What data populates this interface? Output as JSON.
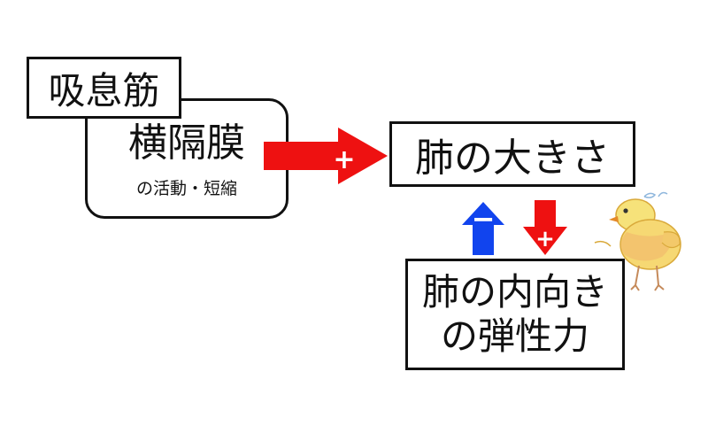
{
  "diagram": {
    "muscles_label": "吸息筋",
    "diaphragm": {
      "title": "横隔膜",
      "subtitle": "の活動・短縮"
    },
    "lung_size": "肺の大きさ",
    "elastic_force": {
      "line1": "肺の内向き",
      "line2": "の弾性力"
    },
    "arrows": [
      {
        "id": "diaphragm-to-lung",
        "sign": "+",
        "color": "#ee1111"
      },
      {
        "id": "elastic-to-lung",
        "sign": "−",
        "color": "#1144ee"
      },
      {
        "id": "lung-to-elastic",
        "sign": "+",
        "color": "#ee1111"
      }
    ],
    "mascot": "chick-drawing"
  }
}
